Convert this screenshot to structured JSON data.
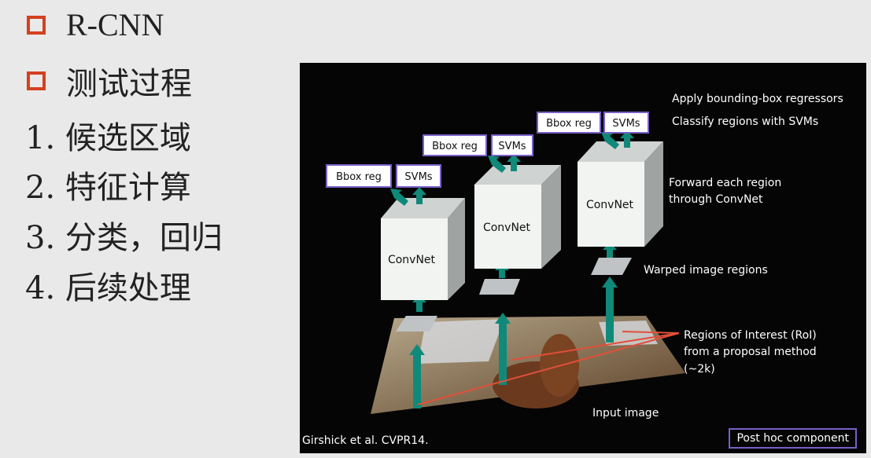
{
  "slide": {
    "bullets": [
      {
        "text": "R-CNN"
      },
      {
        "text": "测试过程"
      }
    ],
    "steps": [
      "1. 候选区域",
      "2. 特征计算",
      "3. 分类，回归",
      "4. 后续处理"
    ]
  },
  "figure": {
    "box_labels": {
      "bbox": "Bbox reg",
      "svms": "SVMs"
    },
    "convnet_label": "ConvNet",
    "annotations": {
      "apply_regressors": "Apply bounding-box regressors",
      "classify": "Classify regions with SVMs",
      "forward_line1": "Forward each region",
      "forward_line2": "through ConvNet",
      "warped": "Warped image regions",
      "roi_line1": "Regions of Interest (RoI)",
      "roi_line2": "from a proposal method",
      "roi_line3": "(~2k)",
      "input_image": "Input image"
    },
    "citation": "Girshick et al. CVPR14.",
    "posthoc": "Post hoc component",
    "colors": {
      "accent_checkbox": "#d4401f",
      "box_border": "#7a5fc8",
      "arrow": "#0f8a7a",
      "red_line": "#e0503a"
    }
  }
}
